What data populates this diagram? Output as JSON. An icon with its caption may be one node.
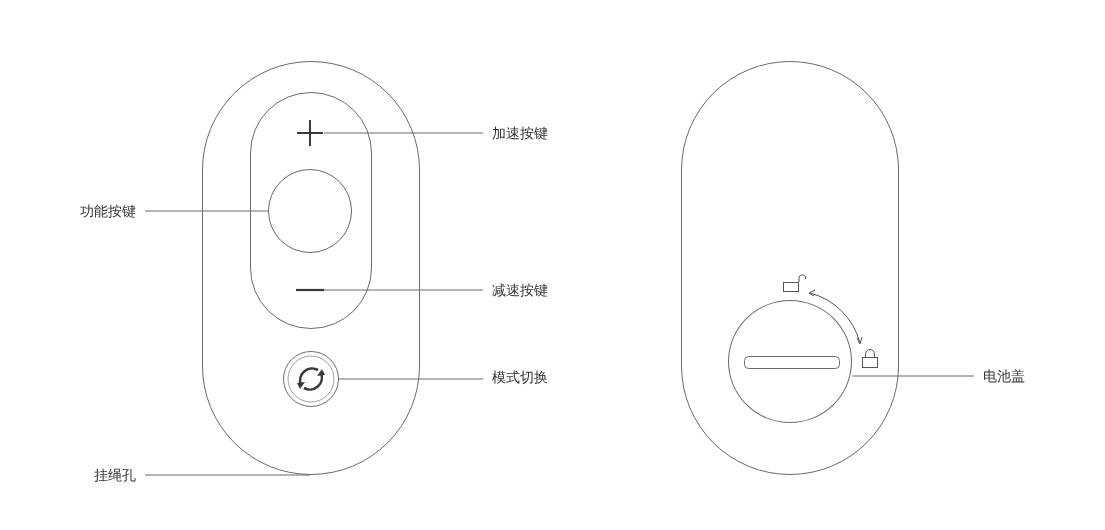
{
  "diagram": {
    "nodes": [
      {
        "text": [],
        "shape": "box"
      },
      {
        "text": [],
        "shape": "box",
        "in": 0
      },
      {
        "text": [],
        "shape": "plus",
        "in": 1
      },
      {
        "text": [],
        "shape": "circle",
        "in": 1
      },
      {
        "text": [],
        "shape": "minus",
        "in": 1
      },
      {
        "text": [],
        "shape": "circle",
        "in": 0
      },
      {
        "text": [],
        "shape": "box"
      },
      {
        "text": [],
        "shape": "circle",
        "in": 6
      },
      {
        "text": [
          "功能按键"
        ]
      },
      {
        "text": [
          "加速按键"
        ]
      },
      {
        "text": [
          "减速按键"
        ]
      },
      {
        "text": [
          "模式切换"
        ]
      },
      {
        "text": [
          "挂绳孔"
        ]
      },
      {
        "text": [
          "电池盖"
        ]
      }
    ],
    "edges": [
      {
        "from": 8,
        "to": 3,
        "arrow": "none"
      },
      {
        "from": 9,
        "to": 2,
        "arrow": "none"
      },
      {
        "from": 10,
        "to": 4,
        "arrow": "none"
      },
      {
        "from": 11,
        "to": 5,
        "arrow": "none"
      },
      {
        "from": 12,
        "to": 0,
        "arrow": "none"
      },
      {
        "from": 13,
        "to": 7,
        "arrow": "none"
      }
    ]
  }
}
